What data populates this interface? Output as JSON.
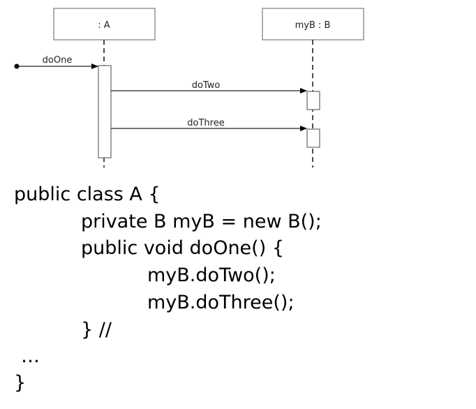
{
  "diagram": {
    "lifelines": [
      {
        "label": ": A"
      },
      {
        "label": "myB : B"
      }
    ],
    "messages": [
      {
        "label": "doOne"
      },
      {
        "label": "doTwo"
      },
      {
        "label": "doThree"
      }
    ]
  },
  "code": {
    "lines": [
      "public class A {",
      "private B myB = new B();",
      "public void doOne() {",
      "myB.doTwo();",
      "myB.doThree();",
      "} //",
      "…",
      "}"
    ]
  }
}
